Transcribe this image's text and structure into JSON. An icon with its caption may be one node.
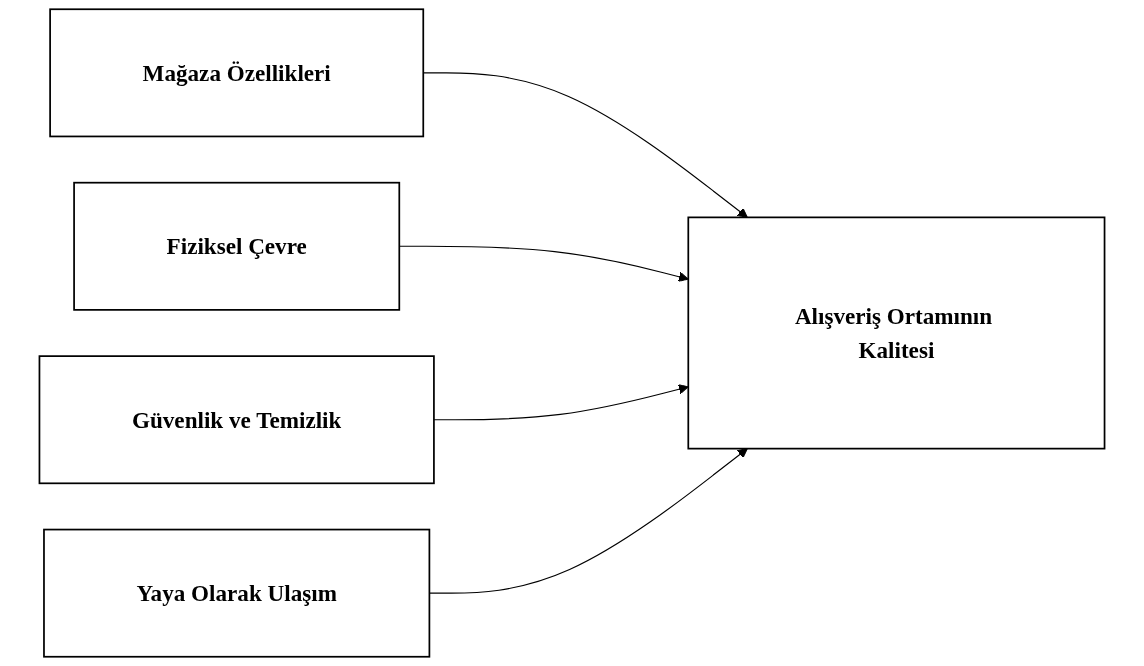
{
  "diagram": {
    "nodes": [
      {
        "text": [
          "Mağaza Özellikleri"
        ]
      },
      {
        "text": [
          "Fiziksel Çevre"
        ]
      },
      {
        "text": [
          "Güvenlik ve Temizlik"
        ]
      },
      {
        "text": [
          "Yaya Olarak Ulaşım"
        ]
      },
      {
        "text": [
          "Alışveriş Ortamının Kalitesi"
        ]
      }
    ],
    "edges": [
      {
        "from": 0,
        "to": 4,
        "arrow": "to"
      },
      {
        "from": 1,
        "to": 4,
        "arrow": "to"
      },
      {
        "from": 2,
        "to": 4,
        "arrow": "to"
      },
      {
        "from": 3,
        "to": 4,
        "arrow": "to"
      }
    ]
  }
}
